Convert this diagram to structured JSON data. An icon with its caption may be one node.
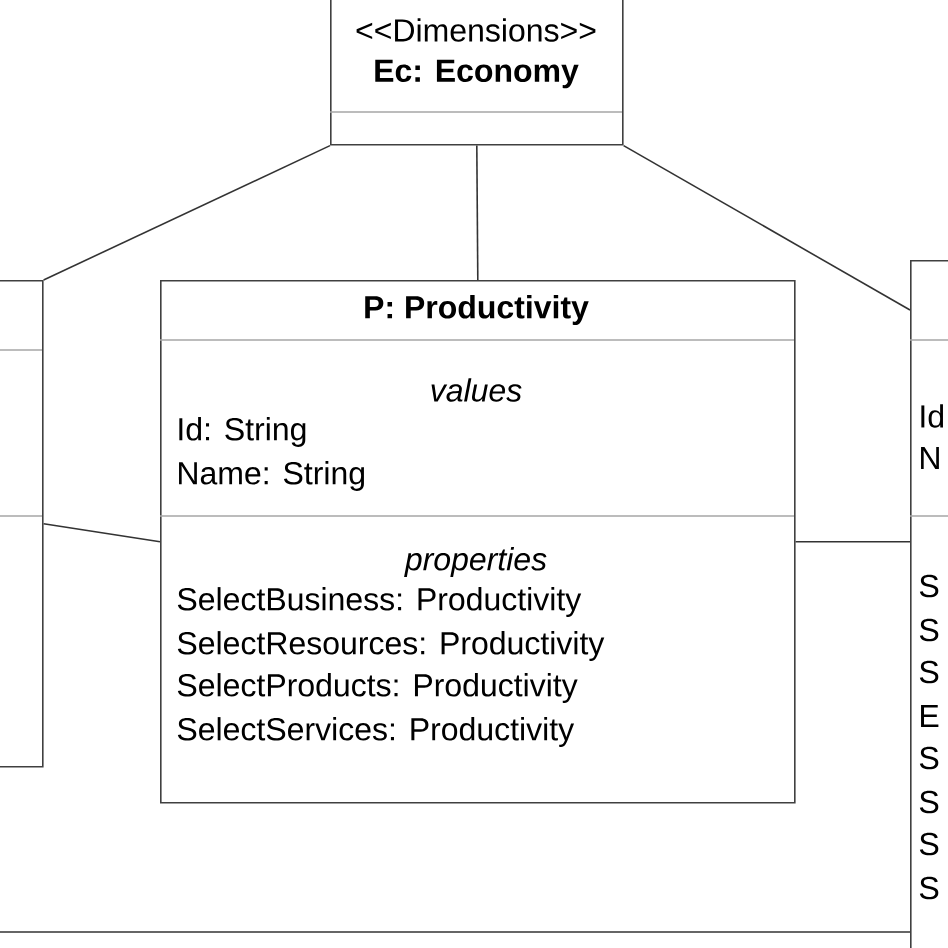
{
  "diagram": {
    "nodes": [
      {
        "text": [
          "<<Dimensions>>",
          "Ec: Economy"
        ]
      },
      {
        "text": [],
        "shape": "box"
      },
      {
        "text": [
          "P: Productivity",
          "values",
          "Id: String",
          "Name: String",
          "properties",
          "SelectBusiness: Productivity",
          "SelectResources: Productivity",
          "SelectProducts: Productivity",
          "SelectServices: Productivity"
        ]
      },
      {
        "text": [
          "Id",
          "N",
          "S",
          "S",
          "S",
          "E",
          "S",
          "S",
          "S",
          "S"
        ]
      }
    ],
    "edges": [
      {
        "from": 0,
        "to": 1,
        "arrow": "none"
      },
      {
        "from": 0,
        "to": 2,
        "arrow": "none"
      },
      {
        "from": 0,
        "to": 3,
        "arrow": "none"
      },
      {
        "from": 1,
        "to": 2,
        "arrow": "none"
      },
      {
        "from": 2,
        "to": 3,
        "arrow": "none"
      },
      {
        "from": null,
        "to": 3,
        "arrow": "none"
      }
    ]
  }
}
